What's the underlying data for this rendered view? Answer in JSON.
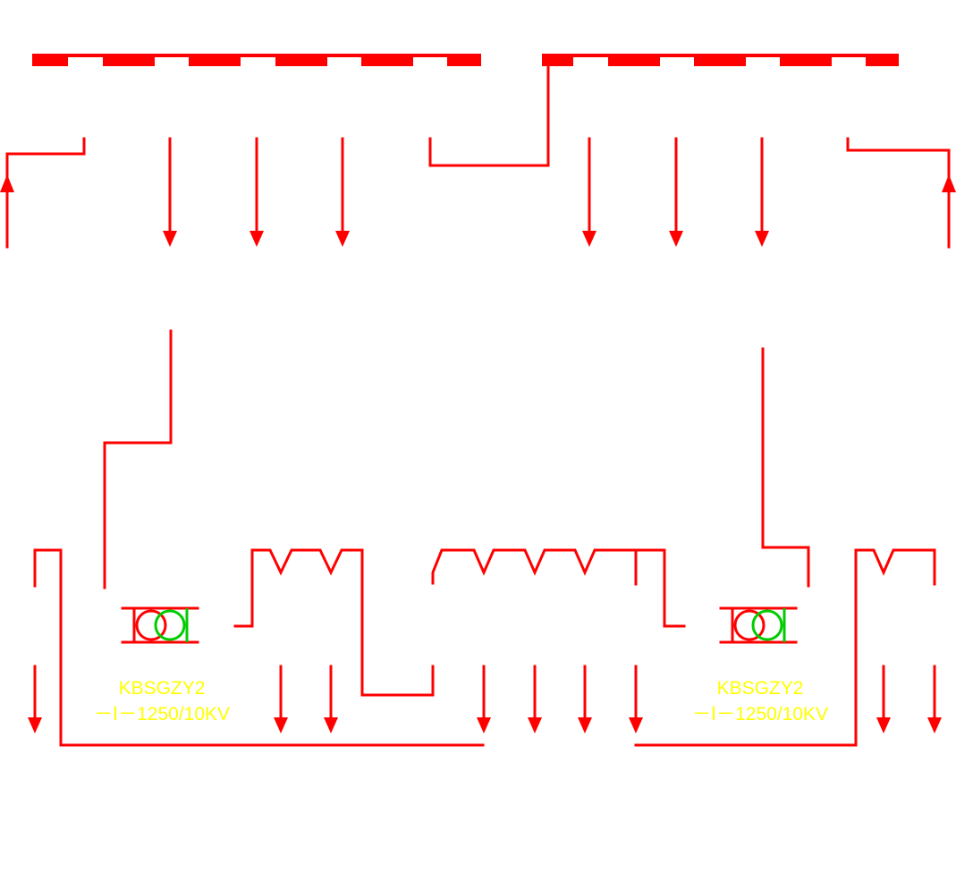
{
  "colors": {
    "background": "#ffffff",
    "wire": "#ff0000",
    "secondary_winding": "#00cc00",
    "label": "#ffff00"
  },
  "transformers": [
    {
      "label_line1": "KBSGZY2",
      "label_line2": "－Ⅰ－1250/10KV"
    },
    {
      "label_line1": "KBSGZY2",
      "label_line2": "－Ⅰ－1250/10KV"
    }
  ]
}
